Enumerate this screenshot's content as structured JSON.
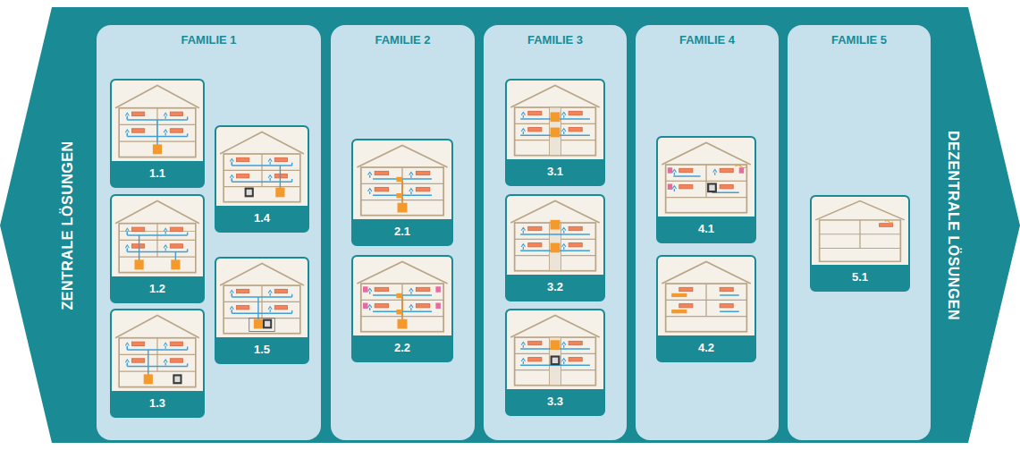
{
  "diagram": {
    "nodes": [
      {
        "text": [
          "ZENTRALE LÖSUNGEN",
          "DEZENTRALE LÖSUNGEN"
        ]
      },
      {
        "text": [
          "FAMILIE 1"
        ],
        "in": 0
      },
      {
        "text": [
          "1.1"
        ],
        "in": 1
      },
      {
        "text": [
          "1.2"
        ],
        "in": 1
      },
      {
        "text": [
          "1.3"
        ],
        "in": 1
      },
      {
        "text": [
          "1.4"
        ],
        "in": 1
      },
      {
        "text": [
          "1.5"
        ],
        "in": 1
      },
      {
        "text": [
          "FAMILIE 2"
        ],
        "in": 0
      },
      {
        "text": [
          "2.1"
        ],
        "in": 7
      },
      {
        "text": [
          "2.2"
        ],
        "in": 7
      },
      {
        "text": [
          "FAMILIE 3"
        ],
        "in": 0
      },
      {
        "text": [
          "3.1"
        ],
        "in": 10
      },
      {
        "text": [
          "3.2"
        ],
        "in": 10
      },
      {
        "text": [
          "3.3"
        ],
        "in": 10
      },
      {
        "text": [
          "FAMILIE 4"
        ],
        "in": 0
      },
      {
        "text": [
          "4.1"
        ],
        "in": 14
      },
      {
        "text": [
          "4.2"
        ],
        "in": 14
      },
      {
        "text": [
          "FAMILIE 5"
        ],
        "in": 0
      },
      {
        "text": [
          "5.1"
        ],
        "in": 17
      }
    ]
  }
}
